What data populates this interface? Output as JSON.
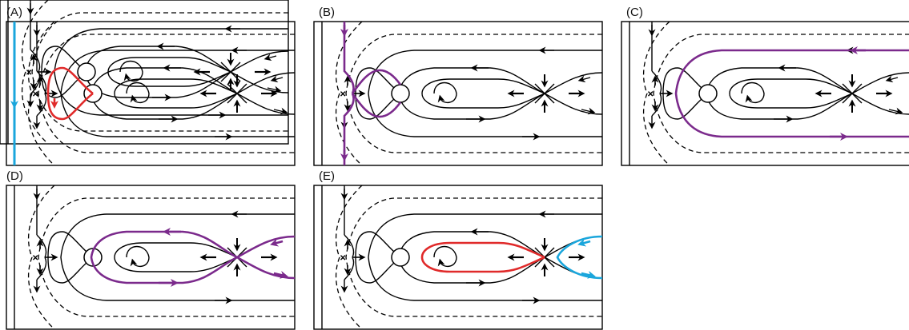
{
  "panels": [
    {
      "label": "(A)",
      "highlights": [
        "red-loop",
        "cyan-line"
      ]
    },
    {
      "label": "(B)",
      "highlights": [
        "purple-pair"
      ]
    },
    {
      "label": "(C)",
      "highlights": [
        "purple-outer"
      ]
    },
    {
      "label": "(D)",
      "highlights": [
        "purple-middle"
      ]
    },
    {
      "label": "(E)",
      "highlights": [
        "red-mid",
        "cyan-tail"
      ]
    }
  ],
  "colors": {
    "line": "#000000",
    "red": "#e02a2a",
    "purple": "#7b2a8c",
    "cyan": "#1aa6dc",
    "background": "#ffffff"
  }
}
